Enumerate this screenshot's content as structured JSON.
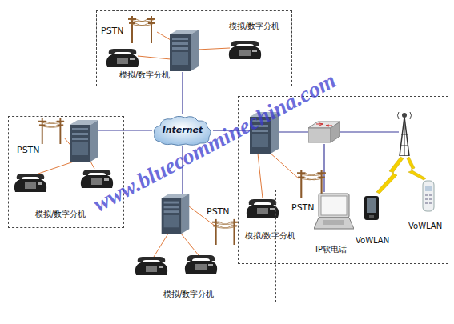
{
  "diagram": {
    "nodes": [
      {
        "text": [
          "PSTN",
          "模拟/数字分机",
          "模拟/数字分机"
        ]
      },
      {
        "text": [
          "PSTN",
          "模拟/数字分机"
        ]
      },
      {
        "text": [
          "Internet"
        ]
      },
      {
        "text": [
          "PSTN",
          "模拟/数字分机",
          "IP软电话",
          "VoWLAN",
          "VoWLAN"
        ]
      },
      {
        "text": [
          "PSTN",
          "模拟/数字分机"
        ]
      }
    ],
    "edges": [
      {
        "from": 2,
        "to": 0,
        "arrow": "none"
      },
      {
        "from": 2,
        "to": 1,
        "arrow": "none"
      },
      {
        "from": 2,
        "to": 3,
        "arrow": "none"
      },
      {
        "from": 2,
        "to": 4,
        "arrow": "none"
      }
    ],
    "labels": [
      "www.bluecomminechina.com"
    ]
  }
}
